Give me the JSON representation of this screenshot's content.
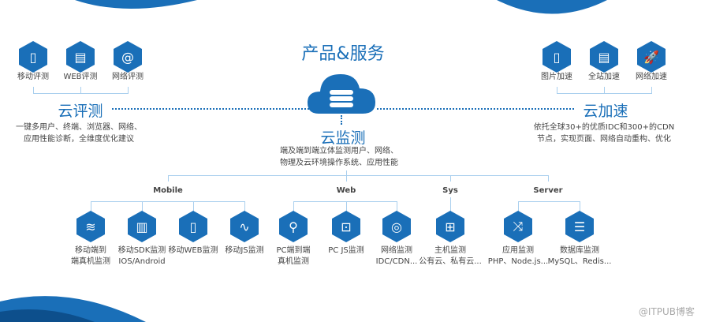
{
  "title": "产品&服务",
  "left": {
    "title": "云评测",
    "desc": [
      "一键多用户、终端、浏览器、网络、",
      "应用性能诊断，全维度优化建议"
    ],
    "items": [
      {
        "label": "移动评测",
        "icon": "mobile-icon"
      },
      {
        "label": "WEB评测",
        "icon": "browser-icon"
      },
      {
        "label": "网络评测",
        "icon": "at-icon"
      }
    ]
  },
  "right": {
    "title": "云加速",
    "desc": [
      "依托全球30+的优质IDC和300+的CDN",
      "节点，实现页面、网络自动重构、优化"
    ],
    "items": [
      {
        "label": "图片加速",
        "icon": "mobile-icon"
      },
      {
        "label": "全站加速",
        "icon": "browser-icon"
      },
      {
        "label": "网络加速",
        "icon": "rocket-icon"
      }
    ]
  },
  "center": {
    "title": "云监测",
    "desc": [
      "端及端到端立体监测用户、网络、",
      "物理及云环境操作系统、应用性能"
    ]
  },
  "categories": [
    "Mobile",
    "Web",
    "Sys",
    "Server"
  ],
  "monitors": [
    {
      "l1": "移动端到",
      "l2": "端真机监测",
      "icon": "layers-icon"
    },
    {
      "l1": "移动SDK监测",
      "l2": "IOS/Android",
      "icon": "bar-chart-icon"
    },
    {
      "l1": "移动WEB监测",
      "l2": "",
      "icon": "mobile-icon"
    },
    {
      "l1": "移动JS监测",
      "l2": "",
      "icon": "pulse-icon"
    },
    {
      "l1": "PC端到端",
      "l2": "真机监测",
      "icon": "network-hub-icon"
    },
    {
      "l1": "PC JS监测",
      "l2": "",
      "icon": "monitor-icon"
    },
    {
      "l1": "网络监测",
      "l2": "IDC/CDN...",
      "icon": "lifebuoy-icon"
    },
    {
      "l1": "主机监测",
      "l2": "公有云、私有云...",
      "icon": "sitemap-icon"
    },
    {
      "l1": "应用监测",
      "l2": "PHP、Node.js...",
      "icon": "shuffle-icon"
    },
    {
      "l1": "数据库监测",
      "l2": "MySQL、Redis...",
      "icon": "database-tray-icon"
    }
  ],
  "watermark": "@ITPUB博客"
}
